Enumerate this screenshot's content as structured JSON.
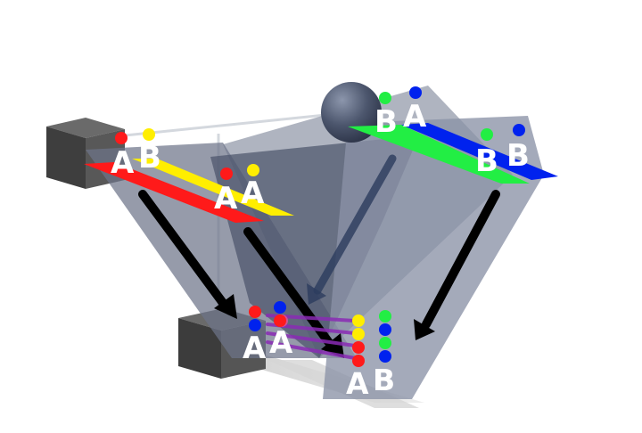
{
  "colors": {
    "red": "#ff1a1a",
    "yellow": "#ffee00",
    "green": "#22ee44",
    "blue": "#0022ee",
    "purple": "#8a2bb5",
    "panel": "#55607a",
    "cube": "#4a4a4a",
    "arrow": "#000000",
    "text": "#ffffff"
  },
  "icons": {
    "source_left": "cube-icon",
    "source_right": "sphere-icon",
    "detector": "cube-icon"
  },
  "labels": {
    "left_source_a": "A",
    "left_source_b": "B",
    "left_mid_a1": "A",
    "left_mid_a2": "A",
    "right_source_b": "B",
    "right_source_a": "A",
    "right_mid_b1": "B",
    "right_mid_b2": "B",
    "result_left_a1": "A",
    "result_left_a2": "A",
    "result_right_a": "A",
    "result_right_b": "B"
  }
}
